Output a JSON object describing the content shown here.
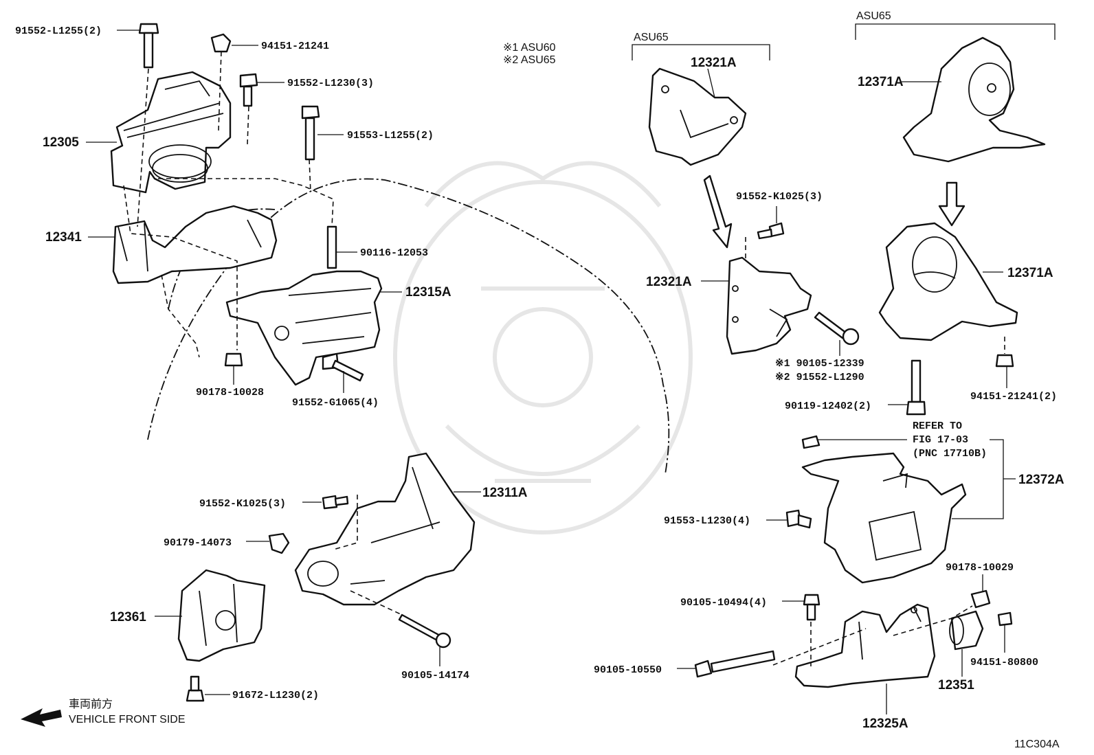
{
  "legend": {
    "item1": "※1  ASU60",
    "item2": "※2  ASU65"
  },
  "brackets": {
    "mid": "ASU65",
    "right": "ASU65"
  },
  "labels": {
    "p1": "91552-L1255(2)",
    "p2": "94151-21241",
    "p3": "91552-L1230(3)",
    "p4": "12305",
    "p5": "91553-L1255(2)",
    "p6": "12341",
    "p7": "90116-12053",
    "p8": "12315A",
    "p9": "90178-10028",
    "p10": "91552-G1065(4)",
    "p11": "12321A",
    "p12": "91552-K1025(3)",
    "p13": "12321A",
    "p14": "※1 90105-12339",
    "p15": "※2 91552-L1290",
    "p16": "12371A",
    "p17": "12371A",
    "p18": "94151-21241(2)",
    "p19": "90119-12402(2)",
    "p20": "REFER TO",
    "p21": "FIG 17-03",
    "p22": "(PNC 17710B)",
    "p23": "12372A",
    "p24": "91553-L1230(4)",
    "p25": "12311A",
    "p26": "91552-K1025(3)",
    "p27": "90179-14073",
    "p28": "12361",
    "p29": "90105-14174",
    "p30": "91672-L1230(2)",
    "p31": "90178-10029",
    "p32": "90105-10494(4)",
    "p33": "94151-80800",
    "p34": "90105-10550",
    "p35": "12351",
    "p36": "12325A"
  },
  "front": {
    "jp": "車両前方",
    "en": "VEHICLE FRONT SIDE"
  },
  "code": "11C304A"
}
